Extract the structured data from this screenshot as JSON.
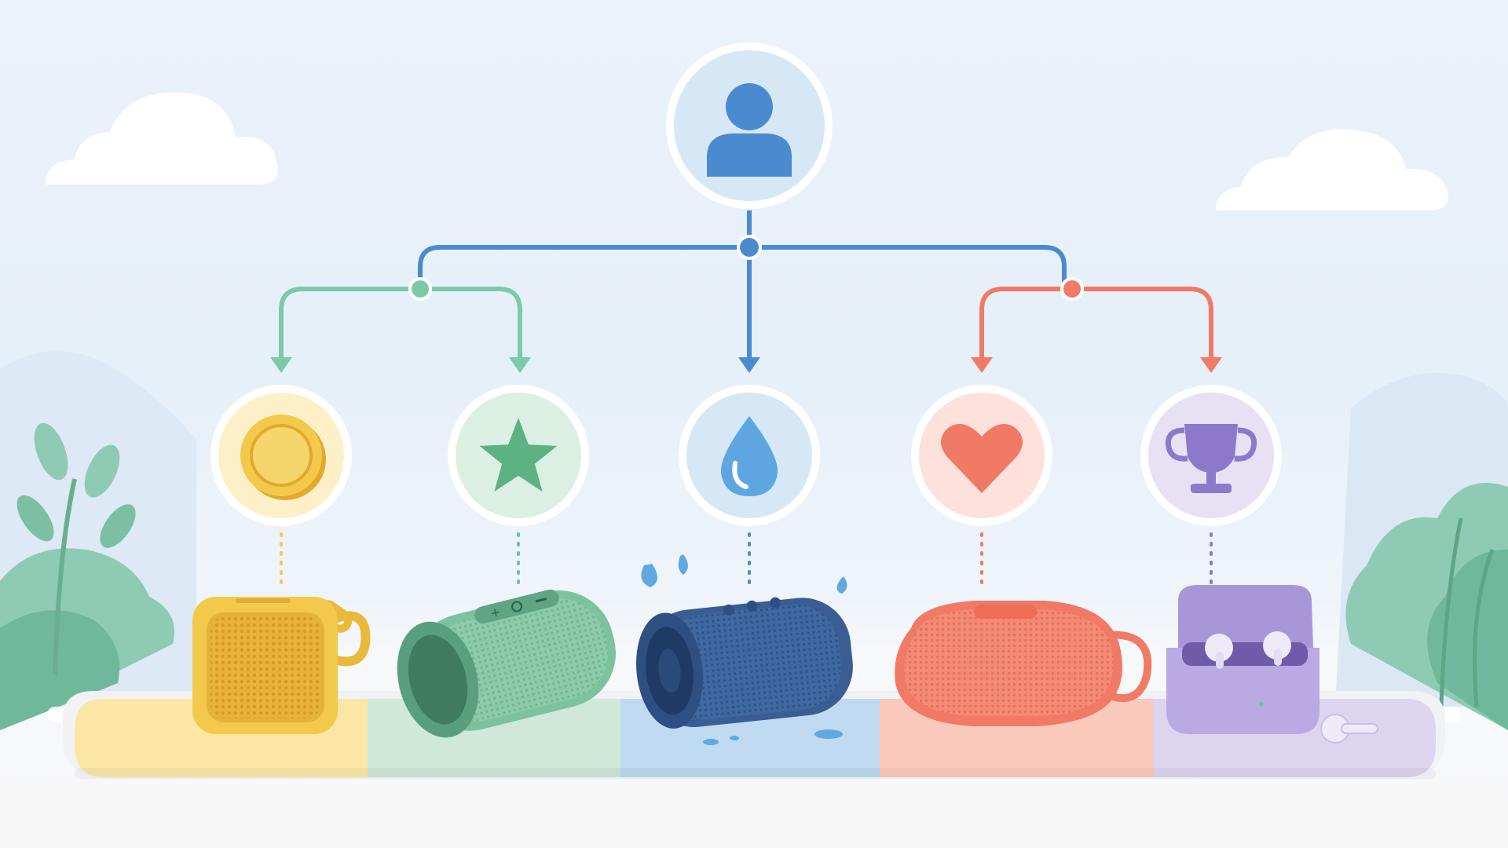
{
  "root": {
    "icon": "person-icon",
    "color": "#4a8bd0"
  },
  "branches": [
    {
      "key": "budget",
      "icon": "coin-icon",
      "product": "square-mini-speaker",
      "color": "#f3c94c",
      "light": "#fdf0c8"
    },
    {
      "key": "quality",
      "icon": "star-icon",
      "product": "cylinder-speaker-green",
      "color": "#6fc29b",
      "light": "#dcefe3"
    },
    {
      "key": "waterproof",
      "icon": "water-drop-icon",
      "product": "cylinder-speaker-blue",
      "color": "#4a8bd0",
      "light": "#d6e7f6"
    },
    {
      "key": "favorite",
      "icon": "heart-icon",
      "product": "oval-speaker-coral",
      "color": "#f07a66",
      "light": "#fde1da"
    },
    {
      "key": "premium",
      "icon": "trophy-icon",
      "product": "wireless-earbuds-case",
      "color": "#8c79c9",
      "light": "#e7e1f3"
    }
  ],
  "connectors": {
    "left_group": "#7ccaa8",
    "center": "#4a8bd0",
    "right_group": "#f07a66"
  }
}
